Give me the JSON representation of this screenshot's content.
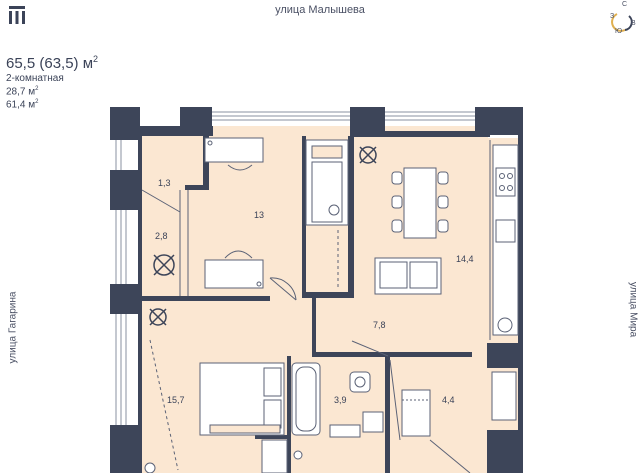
{
  "header": {
    "street_top": "улица Малышева",
    "compass": {
      "north": "С",
      "south": "Ю",
      "west": "З",
      "east": "В"
    }
  },
  "apartment": {
    "total_area": "65,5 (63,5) м",
    "area_unit_sup": "2",
    "type": "2-комнатная",
    "living_area": "28,7 м",
    "kitchen_area": "61,4 м",
    "sup": "2"
  },
  "streets": {
    "left": "улица Гагарина",
    "right": "улица Мира"
  },
  "rooms": [
    {
      "id": "room-1-3",
      "label": "1,3"
    },
    {
      "id": "room-2-8",
      "label": "2,8"
    },
    {
      "id": "room-13",
      "label": "13"
    },
    {
      "id": "room-14-4",
      "label": "14,4"
    },
    {
      "id": "room-7-8",
      "label": "7,8"
    },
    {
      "id": "room-15-7",
      "label": "15,7"
    },
    {
      "id": "room-3-9",
      "label": "3,9"
    },
    {
      "id": "room-4-4",
      "label": "4,4"
    }
  ],
  "colors": {
    "wall": "#3d4559",
    "floor": "#fbe7d2",
    "line": "#5b6276",
    "white": "#ffffff"
  }
}
